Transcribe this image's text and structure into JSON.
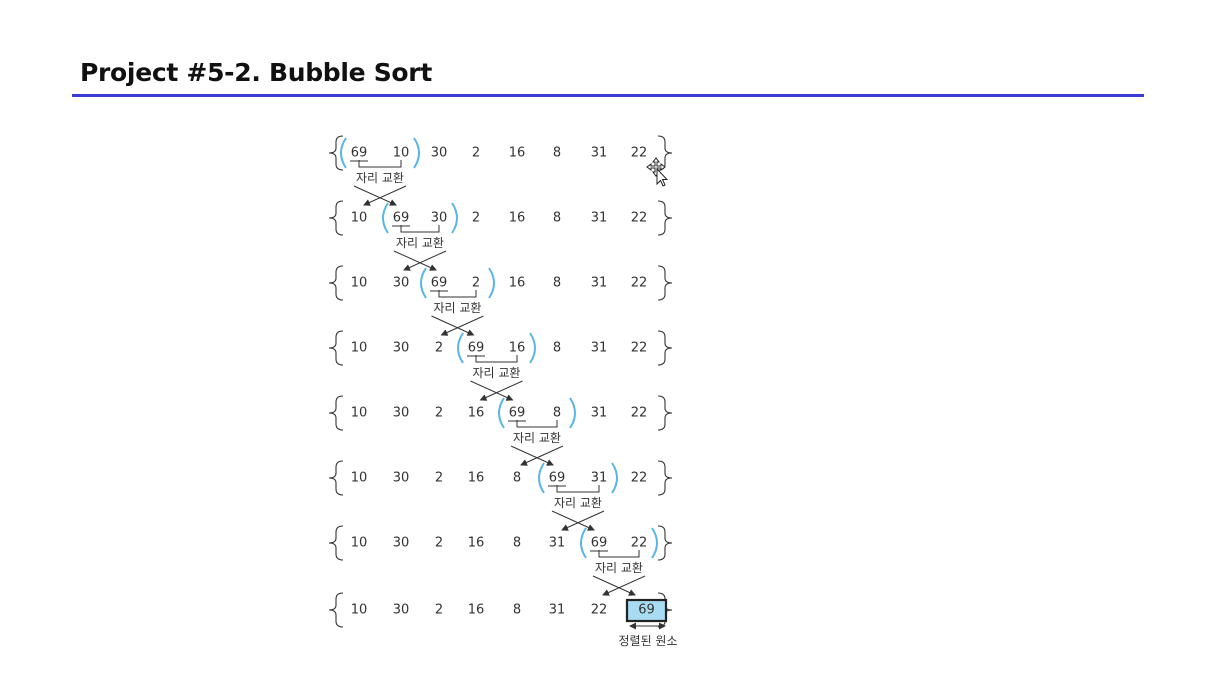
{
  "slide": {
    "title": "Project #5-2.  Bubble Sort"
  },
  "diagram": {
    "swap_label": "자리 교환",
    "sorted_label": "정렬된 원소",
    "rows": [
      {
        "values": [
          69,
          10,
          30,
          2,
          16,
          8,
          31,
          22
        ],
        "swap_index": 0,
        "swap_from_index": null,
        "sorted_index": null
      },
      {
        "values": [
          10,
          69,
          30,
          2,
          16,
          8,
          31,
          22
        ],
        "swap_index": 1,
        "swap_from_index": 0,
        "sorted_index": null
      },
      {
        "values": [
          10,
          30,
          69,
          2,
          16,
          8,
          31,
          22
        ],
        "swap_index": 2,
        "swap_from_index": 1,
        "sorted_index": null
      },
      {
        "values": [
          10,
          30,
          2,
          69,
          16,
          8,
          31,
          22
        ],
        "swap_index": 3,
        "swap_from_index": 2,
        "sorted_index": null
      },
      {
        "values": [
          10,
          30,
          2,
          16,
          69,
          8,
          31,
          22
        ],
        "swap_index": 4,
        "swap_from_index": 3,
        "sorted_index": null
      },
      {
        "values": [
          10,
          30,
          2,
          16,
          8,
          69,
          31,
          22
        ],
        "swap_index": 5,
        "swap_from_index": 4,
        "sorted_index": null
      },
      {
        "values": [
          10,
          30,
          2,
          16,
          8,
          31,
          69,
          22
        ],
        "swap_index": 6,
        "swap_from_index": 5,
        "sorted_index": null
      },
      {
        "values": [
          10,
          30,
          2,
          16,
          8,
          31,
          22,
          69
        ],
        "swap_index": null,
        "swap_from_index": 6,
        "sorted_index": 7
      }
    ]
  },
  "colors": {
    "title_rule": "#3a3ad8",
    "swap_paren": "#5ab6e6",
    "sorted_fill": "#a9dcf2",
    "text": "#333333"
  },
  "icons": {
    "cursor": "move-cursor-icon"
  }
}
